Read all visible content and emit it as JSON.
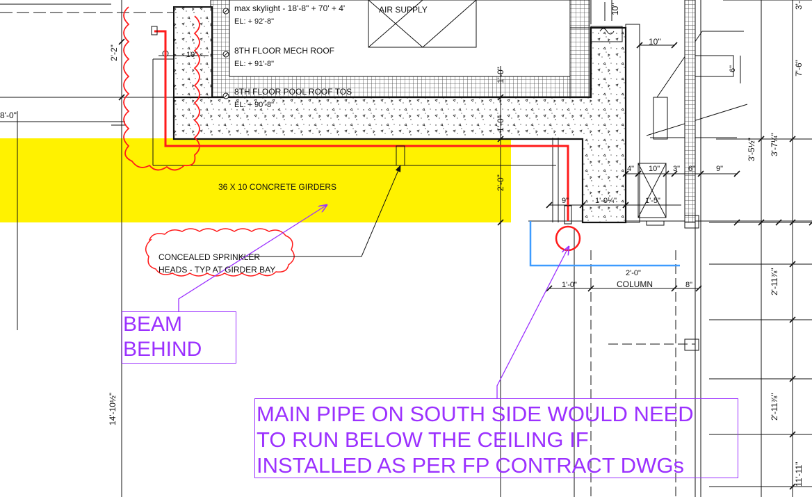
{
  "sheet": {
    "air_supply_label": "AIR SUPPLY",
    "skylight_label": "max skylight - 18'-8\" + 70' + 4'",
    "skylight_el": "EL: + 92'-8\"",
    "mech_roof_label": "8TH  FLOOR MECH ROOF",
    "mech_roof_el": "EL: + 91'-8\"",
    "pool_roof_label": "8TH  FLOOR POOL ROOF TOS",
    "pool_roof_el": "EL: + 90'-8\"",
    "girders_label": "36 X 10 CONCRETE GIRDERS",
    "column_label": "COLUMN",
    "sprinkler_note_line1": "CONCEALED SPRINKLER",
    "sprinkler_note_line2": "HEADS - TYP AT GIRDER BAY"
  },
  "dimensions": {
    "d_2_2": "2'-2\"",
    "d_8_0": "8'-0\"",
    "d_10_left": "10\"",
    "d_1_0_vert": "1'-0\"",
    "d_2_0_vert": "2'-0\"",
    "d_10_top": "10\"",
    "d_10_right": "10\"",
    "d_9_a": "9\"",
    "d_1_0_4": "1'-0¼\"",
    "d_4": "4\"",
    "d_10_mid": "10\"",
    "d_3": "3\"",
    "d_6_a": "6\"",
    "d_9_b": "9\"",
    "d_1_5": "1'-5\"",
    "d_2_0_col": "2'-0\"",
    "d_1_0_col": "1'-0\"",
    "d_8": "8\"",
    "d_6_b": "6\"",
    "d_7_6": "7'-6\"",
    "d_3_5_half": "3'-5½\"",
    "d_3_7_quarter": "3'-7¼\"",
    "d_2_11_a": "2'-11⅞\"",
    "d_2_11_b": "2'-11⅞\"",
    "d_14_10_half": "14'-10½\"",
    "d_11_11": "11'-11\"",
    "d_3_top": "3'-"
  },
  "notes": {
    "beam_behind": [
      "BEAM",
      "BEHIND"
    ],
    "main_pipe": [
      "MAIN PIPE ON SOUTH SIDE WOULD NEED",
      "TO RUN BELOW THE CEILING IF",
      "INSTALLED AS PER FP CONTRACT DWGs"
    ]
  },
  "colors": {
    "girder_highlight": "#fff200",
    "sprinkler_pipe": "#ff1a1a",
    "markup_purple": "#9b30ff",
    "ceiling_line_blue": "#3d9bff",
    "revision_cloud": "#ff1a1a"
  }
}
